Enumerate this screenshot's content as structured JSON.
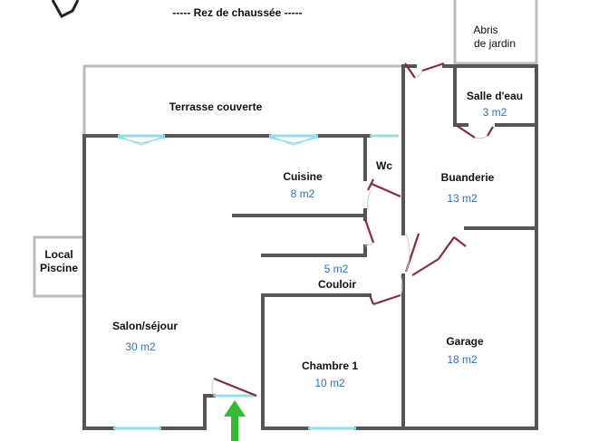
{
  "header": {
    "title": "-----   Rez de chaussée   -----"
  },
  "rooms": {
    "terrasse": {
      "name": "Terrasse couverte"
    },
    "abris": {
      "line1": "Abris",
      "line2": "de jardin"
    },
    "salle_eau": {
      "name": "Salle d'eau",
      "area": "3 m2"
    },
    "cuisine": {
      "name": "Cuisine",
      "area": "8 m2"
    },
    "wc": {
      "name": "Wc"
    },
    "buanderie": {
      "name": "Buanderie",
      "area": "13 m2"
    },
    "local_piscine": {
      "line1": "Local",
      "line2": "Piscine"
    },
    "couloir": {
      "name": "Couloir",
      "area": "5 m2"
    },
    "salon": {
      "name": "Salon/séjour",
      "area": "30 m2"
    },
    "garage": {
      "name": "Garage",
      "area": "18 m2"
    },
    "chambre1": {
      "name": "Chambre 1",
      "area": "10 m2"
    }
  },
  "colors": {
    "walls": "#555555",
    "windows": "#8fe0e8",
    "doors": "#8b2b3a",
    "area_text": "#2a6fd6",
    "entrance_arrow": "#33bb33"
  },
  "icons": {
    "entrance": "entrance-arrow-icon",
    "compass": "north-arrow-icon"
  }
}
